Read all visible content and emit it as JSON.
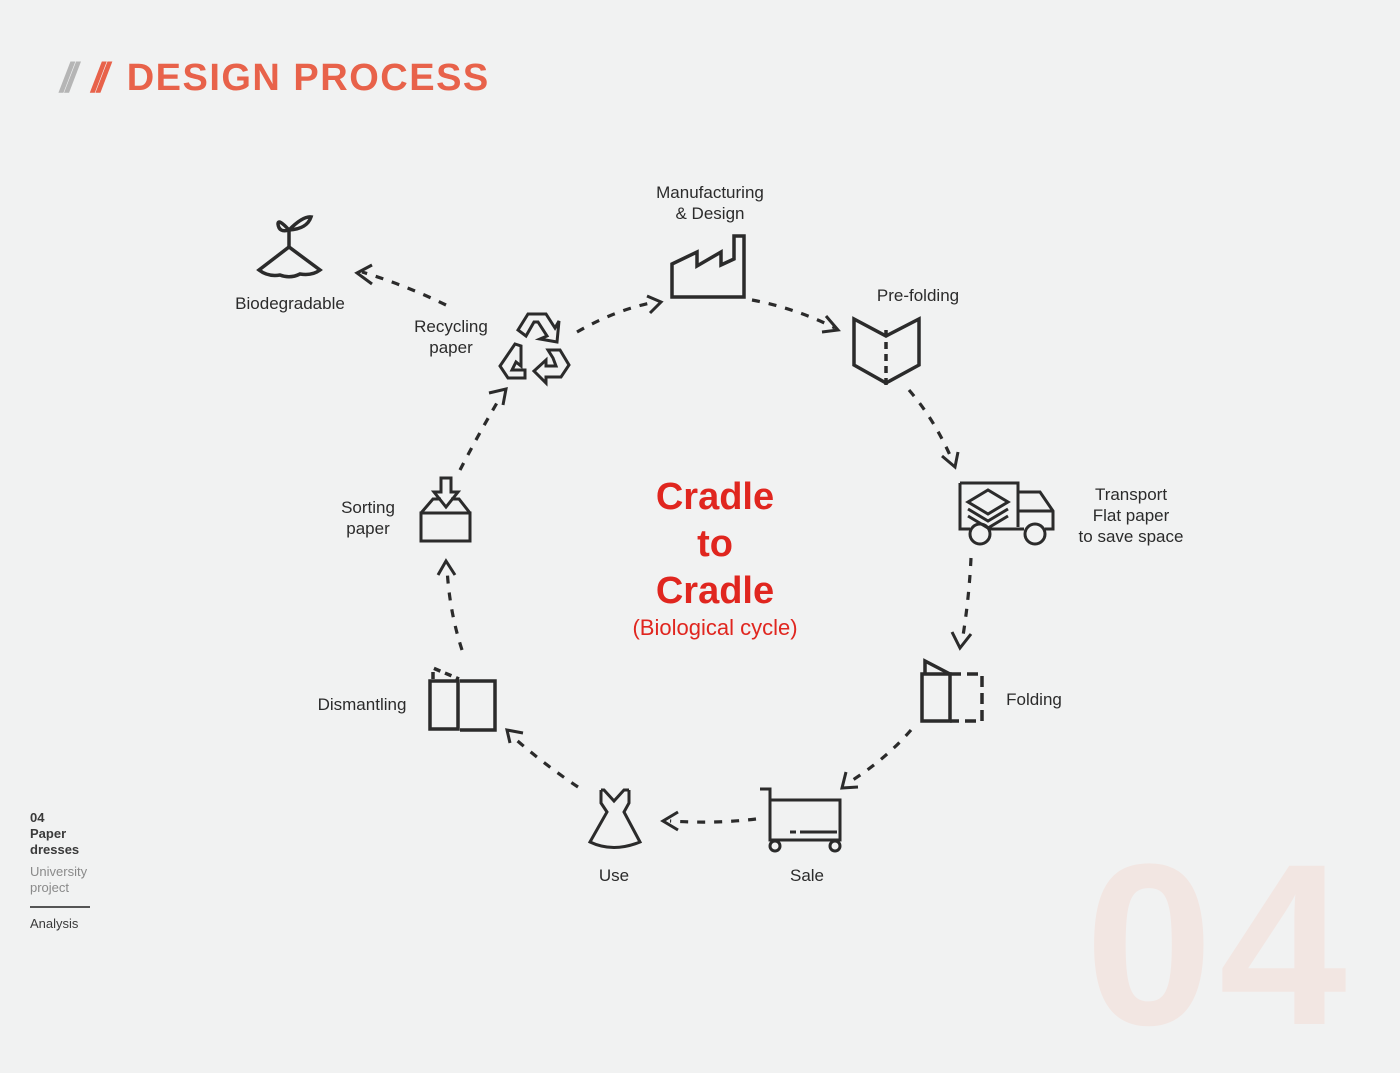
{
  "header": {
    "slash_grey": "//",
    "slash_red": "//",
    "title": "DESIGN PROCESS"
  },
  "colors": {
    "accent": "#e8624a",
    "center_text": "#e0261f",
    "icon_stroke": "#2b2b2b",
    "background": "#f1f2f2",
    "watermark": "#f2e6e2"
  },
  "center": {
    "line1": "Cradle",
    "line2": "to",
    "line3": "Cradle",
    "subtitle": "(Biological cycle)"
  },
  "stages": [
    {
      "id": "manufacturing",
      "icon": "factory-icon",
      "label_lines": [
        "Manufacturing",
        "& Design"
      ]
    },
    {
      "id": "pre-folding",
      "icon": "open-book-fold-icon",
      "label_lines": [
        "Pre-folding"
      ]
    },
    {
      "id": "transport",
      "icon": "truck-icon",
      "label_lines": [
        "Transport",
        "Flat paper",
        "to save space"
      ]
    },
    {
      "id": "folding",
      "icon": "folded-paper-icon",
      "label_lines": [
        "Folding"
      ]
    },
    {
      "id": "sale",
      "icon": "shopping-cart-icon",
      "label_lines": [
        "Sale"
      ]
    },
    {
      "id": "use",
      "icon": "dress-icon",
      "label_lines": [
        "Use"
      ]
    },
    {
      "id": "dismantling",
      "icon": "unfolded-paper-icon",
      "label_lines": [
        "Dismantling"
      ]
    },
    {
      "id": "sorting",
      "icon": "inbox-arrow-icon",
      "label_lines": [
        "Sorting",
        "paper"
      ]
    },
    {
      "id": "recycling",
      "icon": "recycle-icon",
      "label_lines": [
        "Recycling",
        "paper"
      ]
    },
    {
      "id": "biodegradable",
      "icon": "sprout-soil-icon",
      "label_lines": [
        "Biodegradable"
      ]
    }
  ],
  "flows": [
    {
      "from": "recycling",
      "to": "manufacturing"
    },
    {
      "from": "manufacturing",
      "to": "pre-folding"
    },
    {
      "from": "pre-folding",
      "to": "transport"
    },
    {
      "from": "transport",
      "to": "folding"
    },
    {
      "from": "folding",
      "to": "sale"
    },
    {
      "from": "sale",
      "to": "use"
    },
    {
      "from": "use",
      "to": "dismantling"
    },
    {
      "from": "dismantling",
      "to": "sorting"
    },
    {
      "from": "sorting",
      "to": "recycling"
    },
    {
      "from": "recycling",
      "to": "biodegradable"
    }
  ],
  "sidebar": {
    "number": "04",
    "project_line1": "Paper",
    "project_line2": "dresses",
    "type_line1": "University",
    "type_line2": "project",
    "section": "Analysis"
  },
  "watermark": "04"
}
